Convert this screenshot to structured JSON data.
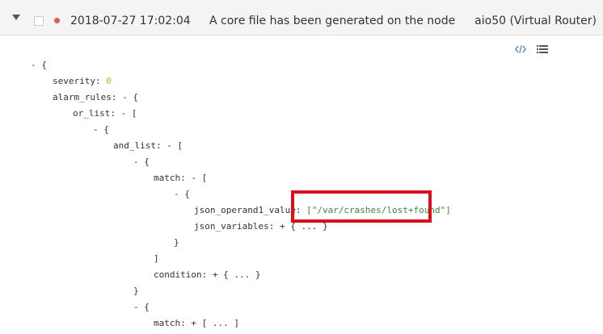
{
  "alarm_row": {
    "timestamp": "2018-07-27 17:02:04",
    "message": "A core file has been generated on the node",
    "node": "aio50 (Virtual Router)",
    "status_color": "#e25b5b"
  },
  "toolbar": {
    "icons": [
      "code-icon",
      "list-icon"
    ]
  },
  "tree": {
    "l1": "- {",
    "l2_key": "severity: ",
    "l2_val": "0",
    "l3": "alarm_rules: - {",
    "l4": "or_list: - [",
    "l5": "- {",
    "l6": "and_list: - [",
    "l7": "- {",
    "l8": "match: - [",
    "l9": "- {",
    "l10_key": "json_operand1_value: ",
    "l10_val": "[\"/var/crashes/lost+found\"]",
    "l11": "json_variables: + { ... }",
    "l12": "}",
    "l13": "]",
    "l14": "condition: + { ... }",
    "l15": "}",
    "l16": "- {",
    "l17": "match: + [ ... ]"
  }
}
